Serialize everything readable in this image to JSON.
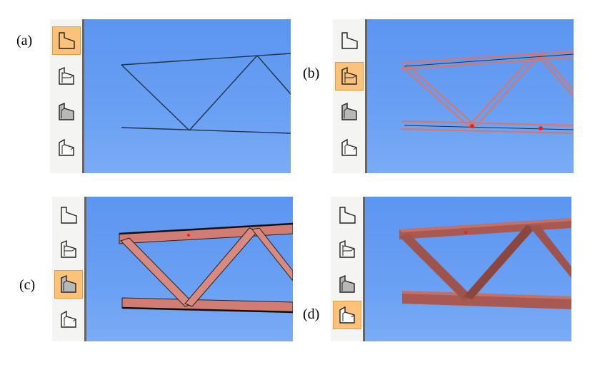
{
  "panels": [
    {
      "label": "(a)",
      "mode": "wireframe",
      "active_tool": 1,
      "tools": [
        "wireframe-icon",
        "outline-icon",
        "shaded-icon",
        "solid-icon"
      ]
    },
    {
      "label": "(b)",
      "mode": "outline",
      "active_tool": 2,
      "tools": [
        "wireframe-icon",
        "outline-icon",
        "shaded-icon",
        "solid-icon"
      ]
    },
    {
      "label": "(c)",
      "mode": "shaded",
      "active_tool": 3,
      "tools": [
        "wireframe-icon",
        "outline-icon",
        "shaded-icon",
        "solid-icon"
      ]
    },
    {
      "label": "(d)",
      "mode": "solid",
      "active_tool": 4,
      "tools": [
        "wireframe-icon",
        "outline-icon",
        "shaded-icon",
        "solid-icon"
      ]
    }
  ],
  "colors": {
    "viewport_blue": "#6aa0f3",
    "toolbar_bg": "#f4f4f2",
    "active_tool_bg": "#fcc27a",
    "member_color": "#c9746a",
    "member_dark": "#8e463f",
    "wire_color": "#1f3348",
    "node_marker": "#ff1a1a"
  }
}
